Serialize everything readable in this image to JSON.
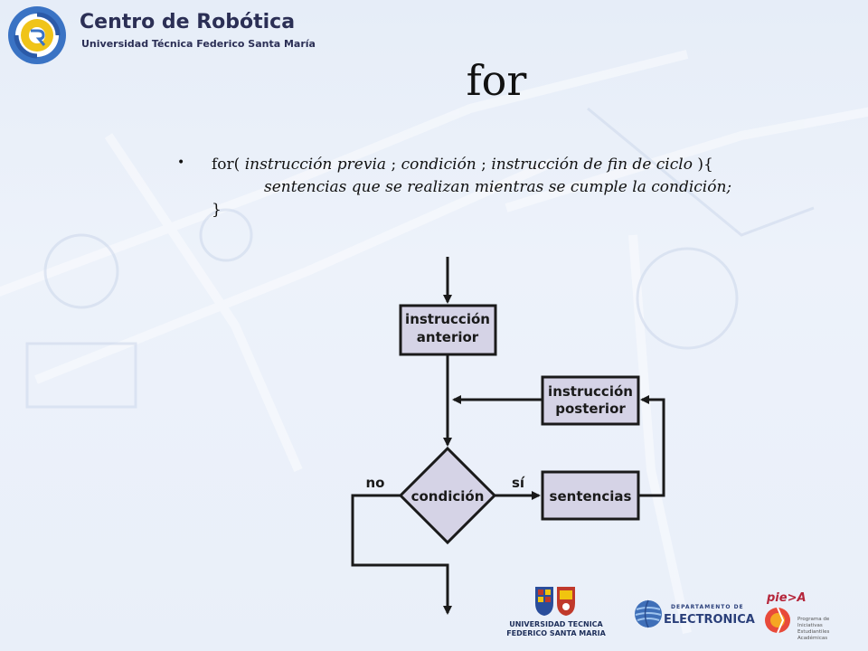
{
  "header": {
    "brand_title": "Centro de Robótica",
    "brand_subtitle": "Universidad Técnica Federico Santa María"
  },
  "slide": {
    "title": "for",
    "bullet_symbol": "•",
    "code": {
      "line1_prefix": "for( ",
      "line1_part1": "instrucción previa",
      "sep1": " ; ",
      "line1_part2": "condición",
      "sep2": " ; ",
      "line1_part3": "instrucción de fin de ciclo",
      "line1_suffix": " ){",
      "line2": "sentencias que se realizan mientras se cumple la condición;",
      "line3": "}"
    }
  },
  "flowchart": {
    "box_before_line1": "instrucción",
    "box_before_line2": "anterior",
    "box_after_line1": "instrucción",
    "box_after_line2": "posterior",
    "diamond_label": "condición",
    "body_label": "sentencias",
    "label_no": "no",
    "label_yes": "sí",
    "box_fill": "#d5d3e6",
    "stroke": "#1a1a1a"
  },
  "footer": {
    "usm_line1": "UNIVERSIDAD TECNICA",
    "usm_line2": "FEDERICO SANTA MARIA",
    "elo_small": "DEPARTAMENTO DE",
    "elo_big": "ELECTRONICA",
    "pie_mark": "pie>A",
    "pie_sub": "Programa de Iniciativas Estudiantiles Académicas"
  },
  "colors": {
    "brand_navy": "#2b2f55",
    "logo_blue": "#3a73c4",
    "logo_yellow": "#f0c419"
  }
}
